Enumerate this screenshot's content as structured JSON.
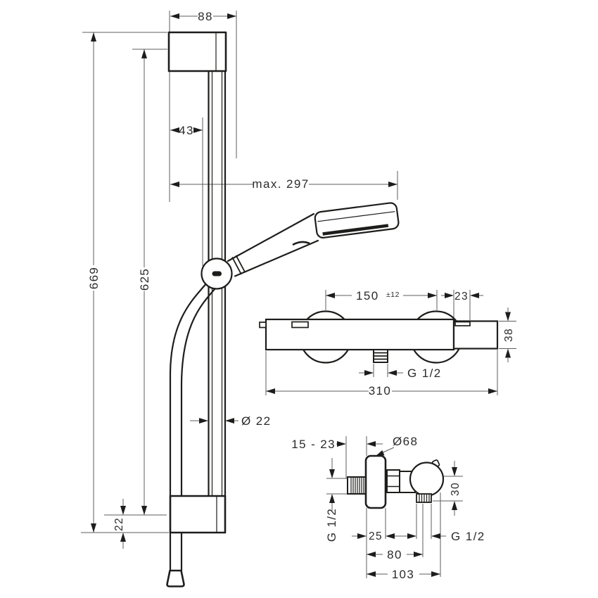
{
  "drawing": {
    "background": "#ffffff",
    "line_color": "#1d1d1b",
    "dim_color": "#5c5c5c",
    "shower_rail_view": {
      "bracket_width": "88",
      "wall_to_bar": "43",
      "max_reach": "max. 297",
      "total_height": "669",
      "bar_height": "625",
      "bar_diameter": "Ø 22",
      "bottom_offset": "22"
    },
    "mixer_front_view": {
      "handle_distance": "150",
      "handle_distance_tolerance": "±12",
      "right_offset": "23",
      "body_height": "38",
      "outlet_thread": "G 1/2",
      "total_width": "310"
    },
    "mixer_side_view": {
      "wall_range": "15 - 23",
      "escutcheon_diameter": "Ø68",
      "inlet_thread": "G 1/2",
      "outlet_offset": "30",
      "escutcheon_depth": "25",
      "outlet_thread_bottom": "G 1/2",
      "outlet_depth": "80",
      "total_depth": "103"
    }
  }
}
